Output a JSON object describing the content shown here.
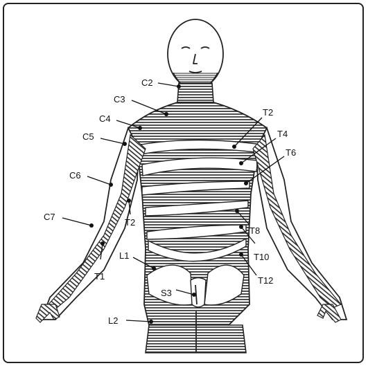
{
  "figure": {
    "labels": {
      "c2": "C2",
      "c3": "C3",
      "c4": "C4",
      "c5": "C5",
      "c6": "C6",
      "c7": "C7",
      "t1": "T1",
      "t2_chest": "T2",
      "t2_arm": "T2",
      "t4": "T4",
      "t6": "T6",
      "t8": "T8",
      "t10": "T10",
      "t12": "T12",
      "l1": "L1",
      "l2": "L2",
      "s3": "S3"
    }
  }
}
